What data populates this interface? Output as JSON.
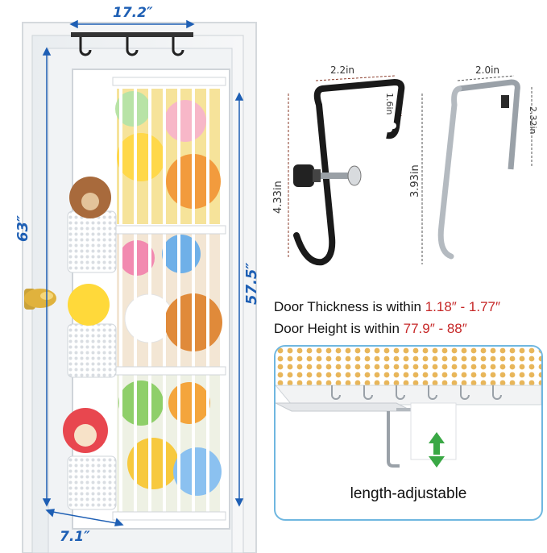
{
  "dimensions": {
    "top_width": "17.2″",
    "left_height": "63″",
    "right_height": "57.5″",
    "bottom_depth": "7.1″"
  },
  "black_hook": {
    "width": "2.2in",
    "height": "4.33in",
    "small_height": "1.6in"
  },
  "silver_hook": {
    "width": "2.0in",
    "height": "3.93in",
    "small_height": "2.32in"
  },
  "specs": {
    "thickness_label": "Door Thickness is within ",
    "thickness_value": "1.18″ - 1.77″",
    "height_label": "Door Height is within ",
    "height_value": "77.9″ - 88″"
  },
  "inset": {
    "caption": "length-adjustable"
  },
  "colors": {
    "dimension_blue": "#1e5fb4",
    "spec_red": "#c62828",
    "inset_border": "#6fb7e0",
    "arrow_green": "#3aa845"
  }
}
